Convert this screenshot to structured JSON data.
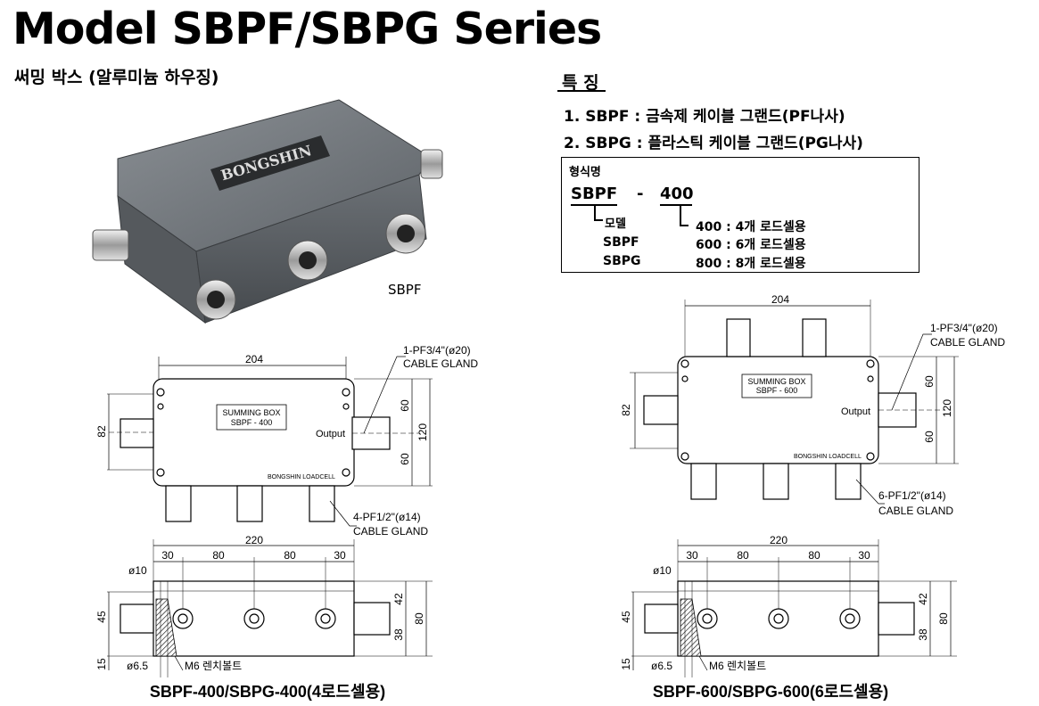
{
  "header": {
    "title": "Model SBPF/SBPG Series",
    "subtitle": "써밍 박스 (알루미늄 하우징)"
  },
  "features": {
    "title": "특 징",
    "items": [
      "1. SBPF : 금속제 케이블 그랜드(PF나사)",
      "2. SBPG : 플라스틱 케이블 그랜드(PG나사)"
    ]
  },
  "model_code": {
    "heading": "형식명",
    "code_prefix": "SBPF",
    "dash": "-",
    "code_suffix": "400",
    "model_label": "모델",
    "models": [
      "SBPF",
      "SBPG"
    ],
    "options": [
      "400 : 4개 로드셀용",
      "600 : 6개 로드셀용",
      "800 : 8개 로드셀용"
    ]
  },
  "photo": {
    "brand_plate": "BONGSHIN",
    "caption": "SBPF"
  },
  "drawing_left": {
    "top_width": "204",
    "output_gland": "1-PF3/4\"(ø20)",
    "output_gland_type": "CABLE GLAND",
    "label_line1": "SUMMING BOX",
    "label_line2": "SBPF - 400",
    "output": "Output",
    "maker": "BONGSHIN LOADCELL",
    "height_82": "82",
    "dim_60a": "60",
    "dim_60b": "60",
    "dim_120": "120",
    "input_gland": "4-PF1/2\"(ø14)",
    "input_gland_type": "CABLE GLAND",
    "side_width": "220",
    "d30a": "30",
    "d80a": "80",
    "d80b": "80",
    "d30b": "30",
    "phi10": "ø10",
    "d45": "45",
    "d15": "15",
    "d42": "42",
    "d38": "38",
    "d80": "80",
    "phi65": "ø6.5",
    "bolt": "M6 렌치볼트",
    "caption": "SBPF-400/SBPG-400(4로드셀용)"
  },
  "drawing_right": {
    "top_width": "204",
    "output_gland": "1-PF3/4\"(ø20)",
    "output_gland_type": "CABLE GLAND",
    "label_line1": "SUMMING BOX",
    "label_line2": "SBPF - 600",
    "output": "Output",
    "maker": "BONGSHIN LOADCELL",
    "height_82": "82",
    "dim_60a": "60",
    "dim_60b": "60",
    "dim_120": "120",
    "input_gland": "6-PF1/2\"(ø14)",
    "input_gland_type": "CABLE GLAND",
    "side_width": "220",
    "d30a": "30",
    "d80a": "80",
    "d80b": "80",
    "d30b": "30",
    "phi10": "ø10",
    "d45": "45",
    "d15": "15",
    "d42": "42",
    "d38": "38",
    "d80": "80",
    "phi65": "ø6.5",
    "bolt": "M6 렌치볼트",
    "caption": "SBPF-600/SBPG-600(6로드셀용)"
  }
}
